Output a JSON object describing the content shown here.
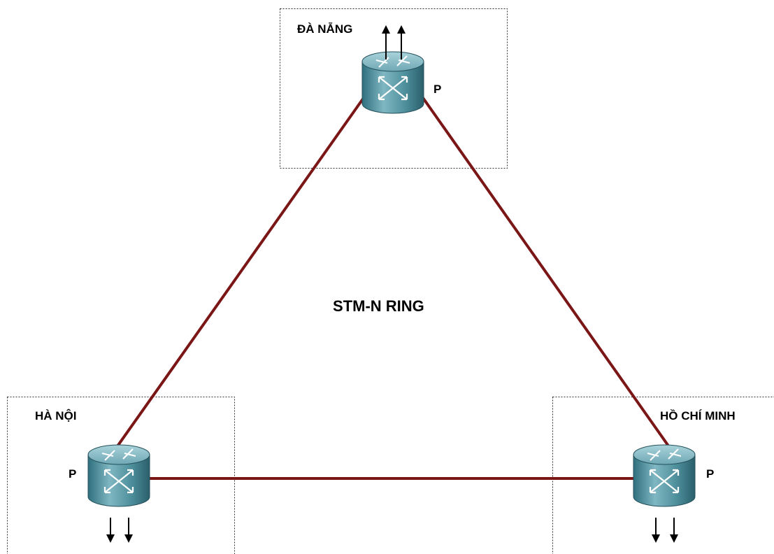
{
  "diagram": {
    "ring_label": "STM-N RING",
    "sites": {
      "da_nang": {
        "name": "ĐÀ NẴNG",
        "role": "P"
      },
      "ha_noi": {
        "name": "HÀ NỘI",
        "role": "P"
      },
      "ho_chi_minh": {
        "name": "HỒ CHÍ MINH",
        "role": "P"
      }
    },
    "link_color": "#7a1616",
    "router_color": "#5f9aa6"
  }
}
